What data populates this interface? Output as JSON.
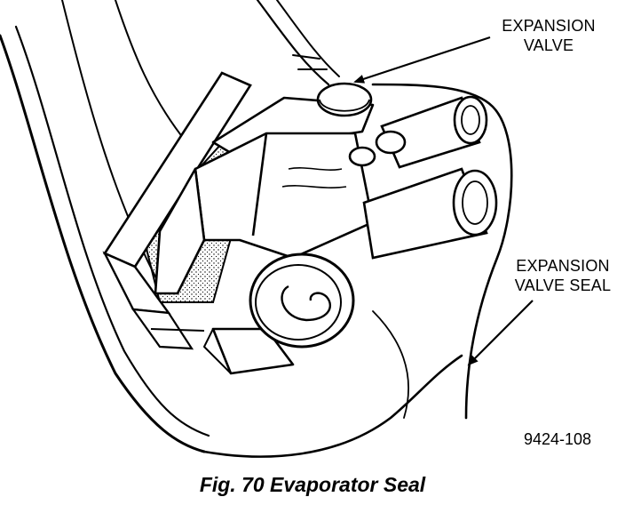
{
  "labels": {
    "expansion_valve_line1": "EXPANSION",
    "expansion_valve_line2": "VALVE",
    "valve_seal_line1": "EXPANSION",
    "valve_seal_line2": "VALVE SEAL"
  },
  "figure_code": "9424-108",
  "caption": "Fig. 70 Evaporator Seal"
}
